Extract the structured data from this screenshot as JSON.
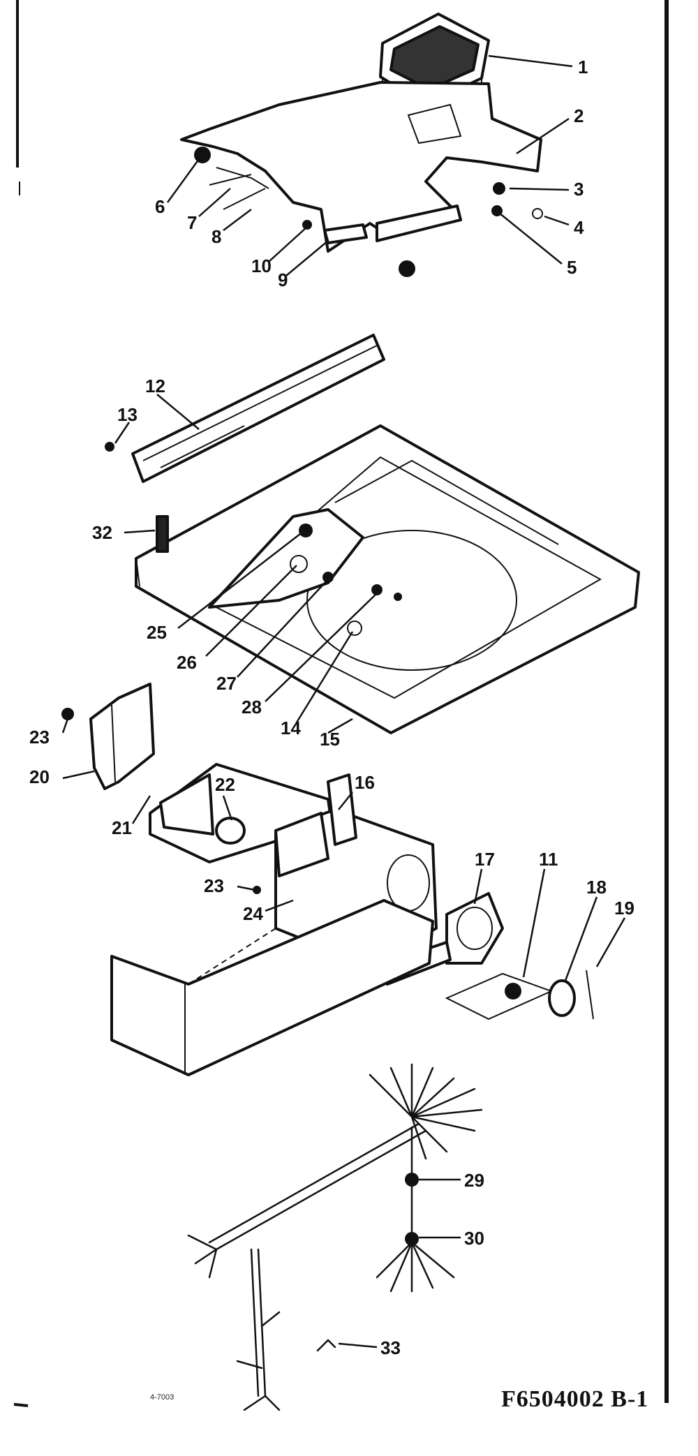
{
  "diagram": {
    "drawing_number": "F6504002 B-1",
    "small_note": "4-7003",
    "callouts": [
      {
        "id": "c1",
        "label": "1"
      },
      {
        "id": "c2",
        "label": "2"
      },
      {
        "id": "c3",
        "label": "3"
      },
      {
        "id": "c4",
        "label": "4"
      },
      {
        "id": "c5",
        "label": "5"
      },
      {
        "id": "c6",
        "label": "6"
      },
      {
        "id": "c7",
        "label": "7"
      },
      {
        "id": "c8",
        "label": "8"
      },
      {
        "id": "c9",
        "label": "9"
      },
      {
        "id": "c10",
        "label": "10"
      },
      {
        "id": "c12",
        "label": "12"
      },
      {
        "id": "c13",
        "label": "13"
      },
      {
        "id": "c32",
        "label": "32"
      },
      {
        "id": "c25",
        "label": "25"
      },
      {
        "id": "c26",
        "label": "26"
      },
      {
        "id": "c27",
        "label": "27"
      },
      {
        "id": "c28",
        "label": "28"
      },
      {
        "id": "c14",
        "label": "14"
      },
      {
        "id": "c15",
        "label": "15"
      },
      {
        "id": "c23a",
        "label": "23"
      },
      {
        "id": "c20",
        "label": "20"
      },
      {
        "id": "c22",
        "label": "22"
      },
      {
        "id": "c21",
        "label": "21"
      },
      {
        "id": "c16",
        "label": "16"
      },
      {
        "id": "c23b",
        "label": "23"
      },
      {
        "id": "c24",
        "label": "24"
      },
      {
        "id": "c17",
        "label": "17"
      },
      {
        "id": "c11",
        "label": "11"
      },
      {
        "id": "c18",
        "label": "18"
      },
      {
        "id": "c19",
        "label": "19"
      },
      {
        "id": "c29",
        "label": "29"
      },
      {
        "id": "c30",
        "label": "30"
      },
      {
        "id": "c33",
        "label": "33"
      }
    ]
  }
}
